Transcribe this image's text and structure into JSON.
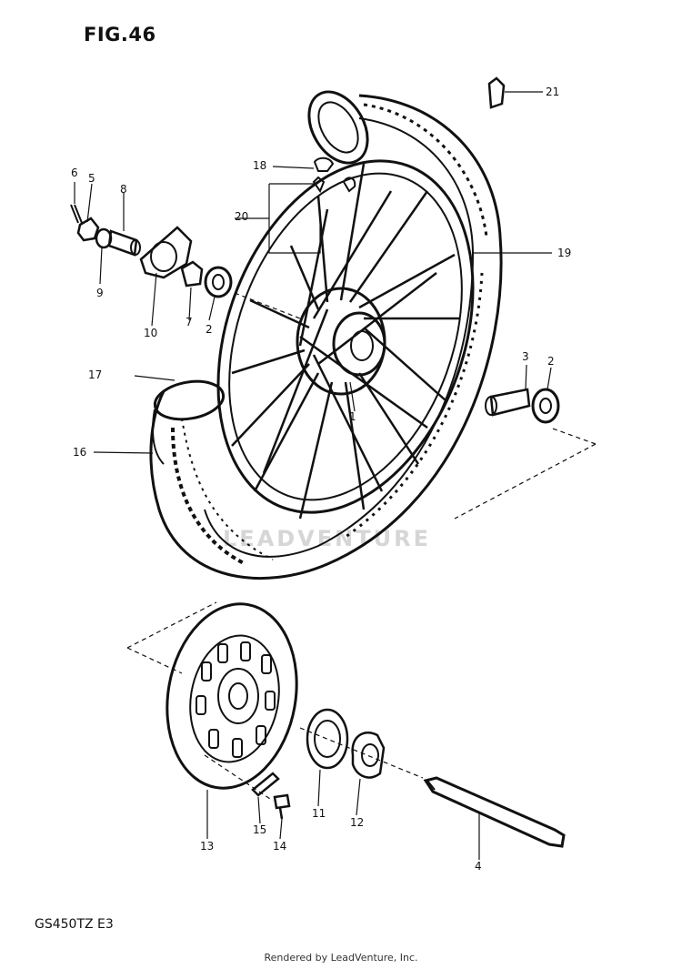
{
  "figure_title": "FIG.46",
  "model_code": "GS450TZ  E3",
  "watermark": "LEADVENTURE",
  "footer": "Rendered by LeadVenture, Inc.",
  "callouts": [
    {
      "id": "c1",
      "label": "1"
    },
    {
      "id": "c2a",
      "label": "2"
    },
    {
      "id": "c2b",
      "label": "2"
    },
    {
      "id": "c3",
      "label": "3"
    },
    {
      "id": "c4",
      "label": "4"
    },
    {
      "id": "c5",
      "label": "5"
    },
    {
      "id": "c6",
      "label": "6"
    },
    {
      "id": "c7",
      "label": "7"
    },
    {
      "id": "c8",
      "label": "8"
    },
    {
      "id": "c9",
      "label": "9"
    },
    {
      "id": "c10",
      "label": "10"
    },
    {
      "id": "c11",
      "label": "11"
    },
    {
      "id": "c12",
      "label": "12"
    },
    {
      "id": "c13",
      "label": "13"
    },
    {
      "id": "c14",
      "label": "14"
    },
    {
      "id": "c15",
      "label": "15"
    },
    {
      "id": "c16",
      "label": "16"
    },
    {
      "id": "c17",
      "label": "17"
    },
    {
      "id": "c18",
      "label": "18"
    },
    {
      "id": "c19",
      "label": "19"
    },
    {
      "id": "c20",
      "label": "20"
    },
    {
      "id": "c21",
      "label": "21"
    }
  ]
}
